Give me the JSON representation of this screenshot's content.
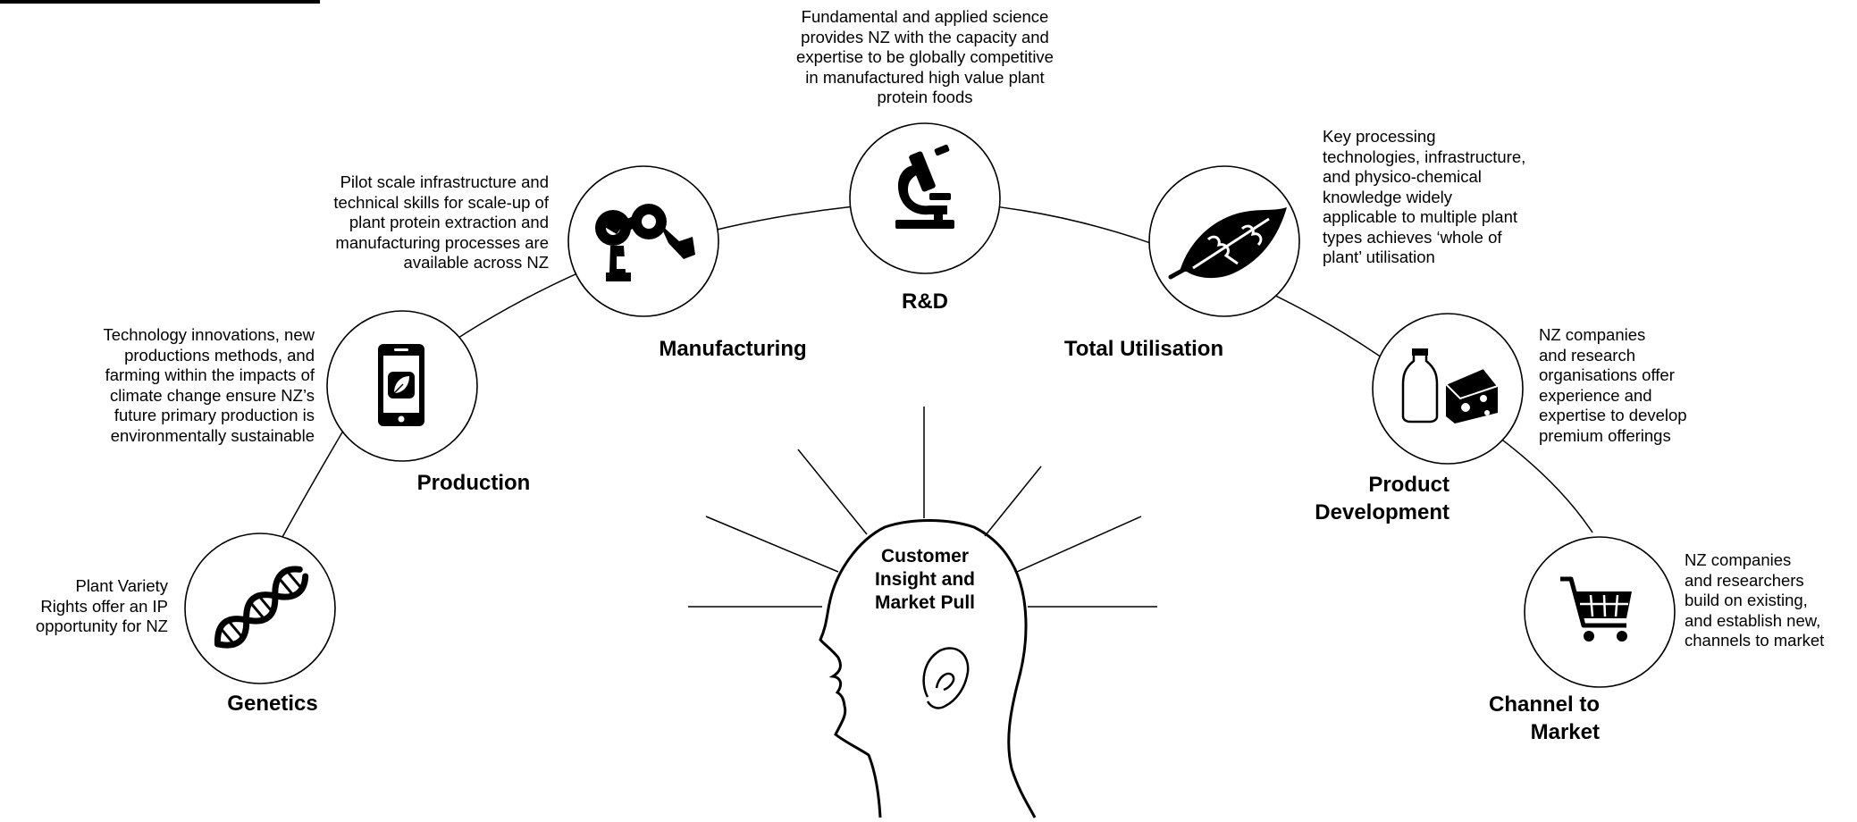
{
  "stages": [
    {
      "id": "genetics",
      "label": "Genetics",
      "description": "Plant Variety\nRights offer an IP\nopportunity for NZ",
      "icon": "dna-icon"
    },
    {
      "id": "production",
      "label": "Production",
      "description": "Technology innovations, new\nproductions methods, and\nfarming within the impacts of\nclimate change ensure NZ’s\nfuture primary production is\nenvironmentally sustainable",
      "icon": "smartphone-leaf-icon"
    },
    {
      "id": "manufacturing",
      "label": "Manufacturing",
      "description": "Pilot scale infrastructure and\ntechnical skills for scale-up of\nplant protein extraction and\nmanufacturing processes are\navailable across NZ",
      "icon": "robotic-arm-icon"
    },
    {
      "id": "rd",
      "label": "R&D",
      "description": "Fundamental and applied science\nprovides NZ with the capacity and\nexpertise to be globally competitive\nin manufactured high value plant\nprotein foods",
      "icon": "microscope-icon"
    },
    {
      "id": "total_utilisation",
      "label": "Total Utilisation",
      "description": "Key processing\ntechnologies, infrastructure,\nand physico-chemical\nknowledge widely\napplicable to multiple plant\ntypes achieves ‘whole of\nplant’ utilisation",
      "icon": "puzzle-leaf-icon"
    },
    {
      "id": "product_development",
      "label": "Product\nDevelopment",
      "description": "NZ companies\nand research\norganisations offer\nexperience and\nexpertise to develop\npremium offerings",
      "icon": "milk-cheese-icon"
    },
    {
      "id": "channel_to_market",
      "label": "Channel to\nMarket",
      "description": "NZ companies\nand researchers\nbuild on existing,\nand establish new,\nchannels to market",
      "icon": "shopping-cart-icon"
    }
  ],
  "center": {
    "label": "Customer\nInsight and\nMarket Pull",
    "icon": "head-profile-icon"
  }
}
